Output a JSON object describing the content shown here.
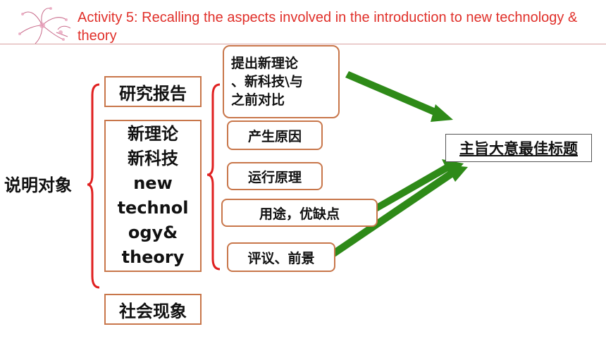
{
  "header": {
    "title": "Activity 5: Recalling the aspects involved in the introduction to new technology & theory"
  },
  "diagram": {
    "root_label": "说明对象",
    "level1": [
      "研究报告",
      "新理论\n新科技\nnew\ntechnol\nogy&\ntheory",
      "社会现象"
    ],
    "level2": [
      "提出新理论\n、新科技\\与\n之前对比",
      "产生原因",
      "运行原理",
      "用途，优缺点",
      "评议、前景"
    ],
    "target_label": "主旨大意最佳标题",
    "colors": {
      "title": "#e0302a",
      "bracket": "#e02020",
      "box_border": "#c8764a",
      "arrow": "#2e8a18"
    }
  }
}
